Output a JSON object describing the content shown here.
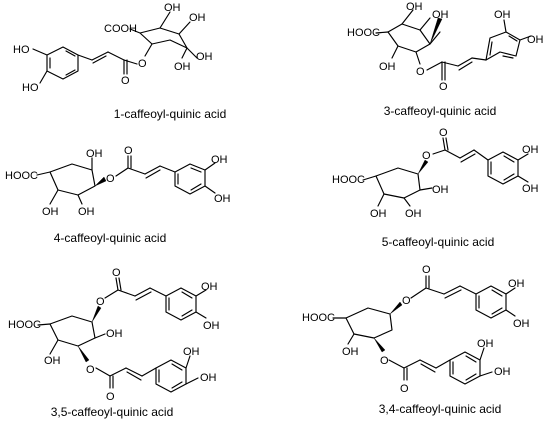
{
  "compounds": [
    {
      "name": "1-caffeoyl-quinic acid",
      "acid_label": "COOH",
      "hydroxyl_label": "OH",
      "caffeoyl_oh_upper": "HO",
      "caffeoyl_oh_lower": "HO",
      "ester_oxygen": "O",
      "carbonyl_oxygen": "O"
    },
    {
      "name": "3-caffeoyl-quinic acid",
      "acid_label": "HOOC",
      "hydroxyl_label": "OH",
      "caffeoyl_oh_upper": "OH",
      "caffeoyl_oh_lower": "OH",
      "ester_oxygen": "O",
      "carbonyl_oxygen": "O"
    },
    {
      "name": "4-caffeoyl-quinic acid",
      "acid_label": "HOOC",
      "hydroxyl_label": "OH",
      "caffeoyl_oh_upper": "OH",
      "caffeoyl_oh_lower": "OH",
      "ester_oxygen": "O",
      "carbonyl_oxygen": "O"
    },
    {
      "name": "5-caffeoyl-quinic acid",
      "acid_label": "HOOC",
      "hydroxyl_label": "OH",
      "caffeoyl_oh_upper": "OH",
      "caffeoyl_oh_lower": "OH",
      "ester_oxygen": "O",
      "carbonyl_oxygen": "O"
    },
    {
      "name": "3,5-caffeoyl-quinic acid",
      "acid_label": "HOOC",
      "hydroxyl_label": "OH",
      "caffeoyl_oh_upper": "OH",
      "caffeoyl_oh_lower": "OH",
      "ester_oxygen": "O",
      "carbonyl_oxygen": "O"
    },
    {
      "name": "3,4-caffeoyl-quinic acid",
      "acid_label": "HOOC",
      "hydroxyl_label": "OH",
      "caffeoyl_oh_upper": "OH",
      "caffeoyl_oh_lower": "OH",
      "ester_oxygen": "O",
      "carbonyl_oxygen": "O"
    }
  ]
}
